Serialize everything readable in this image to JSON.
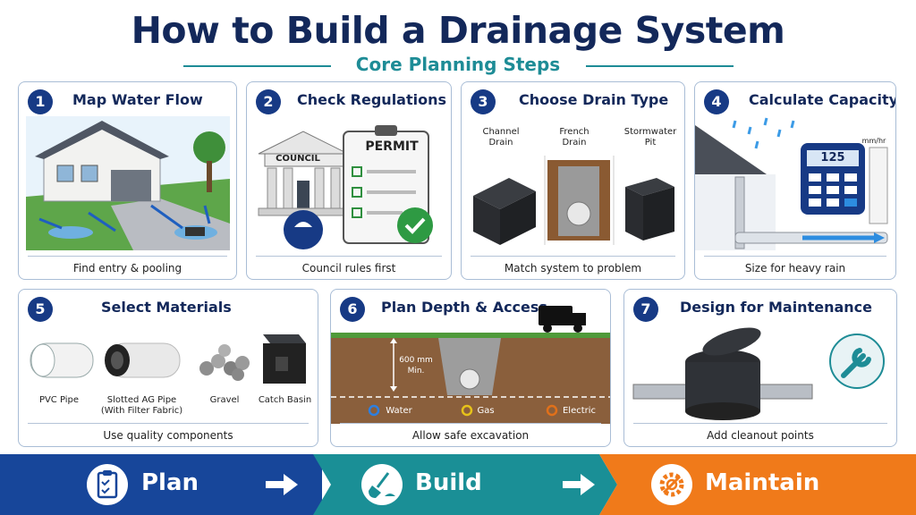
{
  "title": "How to Build a Drainage System",
  "subtitle": "Core Planning Steps",
  "steps": [
    {
      "num": "1",
      "title": "Map Water Flow",
      "footer": "Find entry & pooling"
    },
    {
      "num": "2",
      "title": "Check Regulations",
      "footer": "Council rules first",
      "sign": "COUNCIL",
      "permit": "PERMIT"
    },
    {
      "num": "3",
      "title": "Choose Drain Type",
      "footer": "Match system to problem",
      "types": [
        "Channel Drain",
        "French Drain",
        "Stormwater Pit"
      ]
    },
    {
      "num": "4",
      "title": "Calculate Capacity",
      "footer": "Size for heavy rain",
      "calc_value": "125",
      "unit": "mm/hr"
    },
    {
      "num": "5",
      "title": "Select Materials",
      "footer": "Use quality components",
      "materials": [
        "PVC Pipe",
        "Slotted AG Pipe (With Filter Fabric)",
        "Gravel",
        "Catch Basin"
      ]
    },
    {
      "num": "6",
      "title": "Plan Depth & Access",
      "footer": "Allow safe excavation",
      "depth": "600 mm Min.",
      "services": [
        "Water",
        "Gas",
        "Electric"
      ]
    },
    {
      "num": "7",
      "title": "Design for Maintenance",
      "footer": "Add cleanout points"
    }
  ],
  "banner": [
    {
      "label": "Plan",
      "color": "#17469a",
      "icon": "clipboard-icon"
    },
    {
      "label": "Build",
      "color": "#1a8f96",
      "icon": "shovel-icon"
    },
    {
      "label": "Maintain",
      "color": "#f07a1a",
      "icon": "gear-wrench-icon"
    }
  ],
  "colors": {
    "navy": "#13285a",
    "teal": "#1e8c96",
    "orange": "#f07a1a",
    "blue": "#17469a"
  }
}
